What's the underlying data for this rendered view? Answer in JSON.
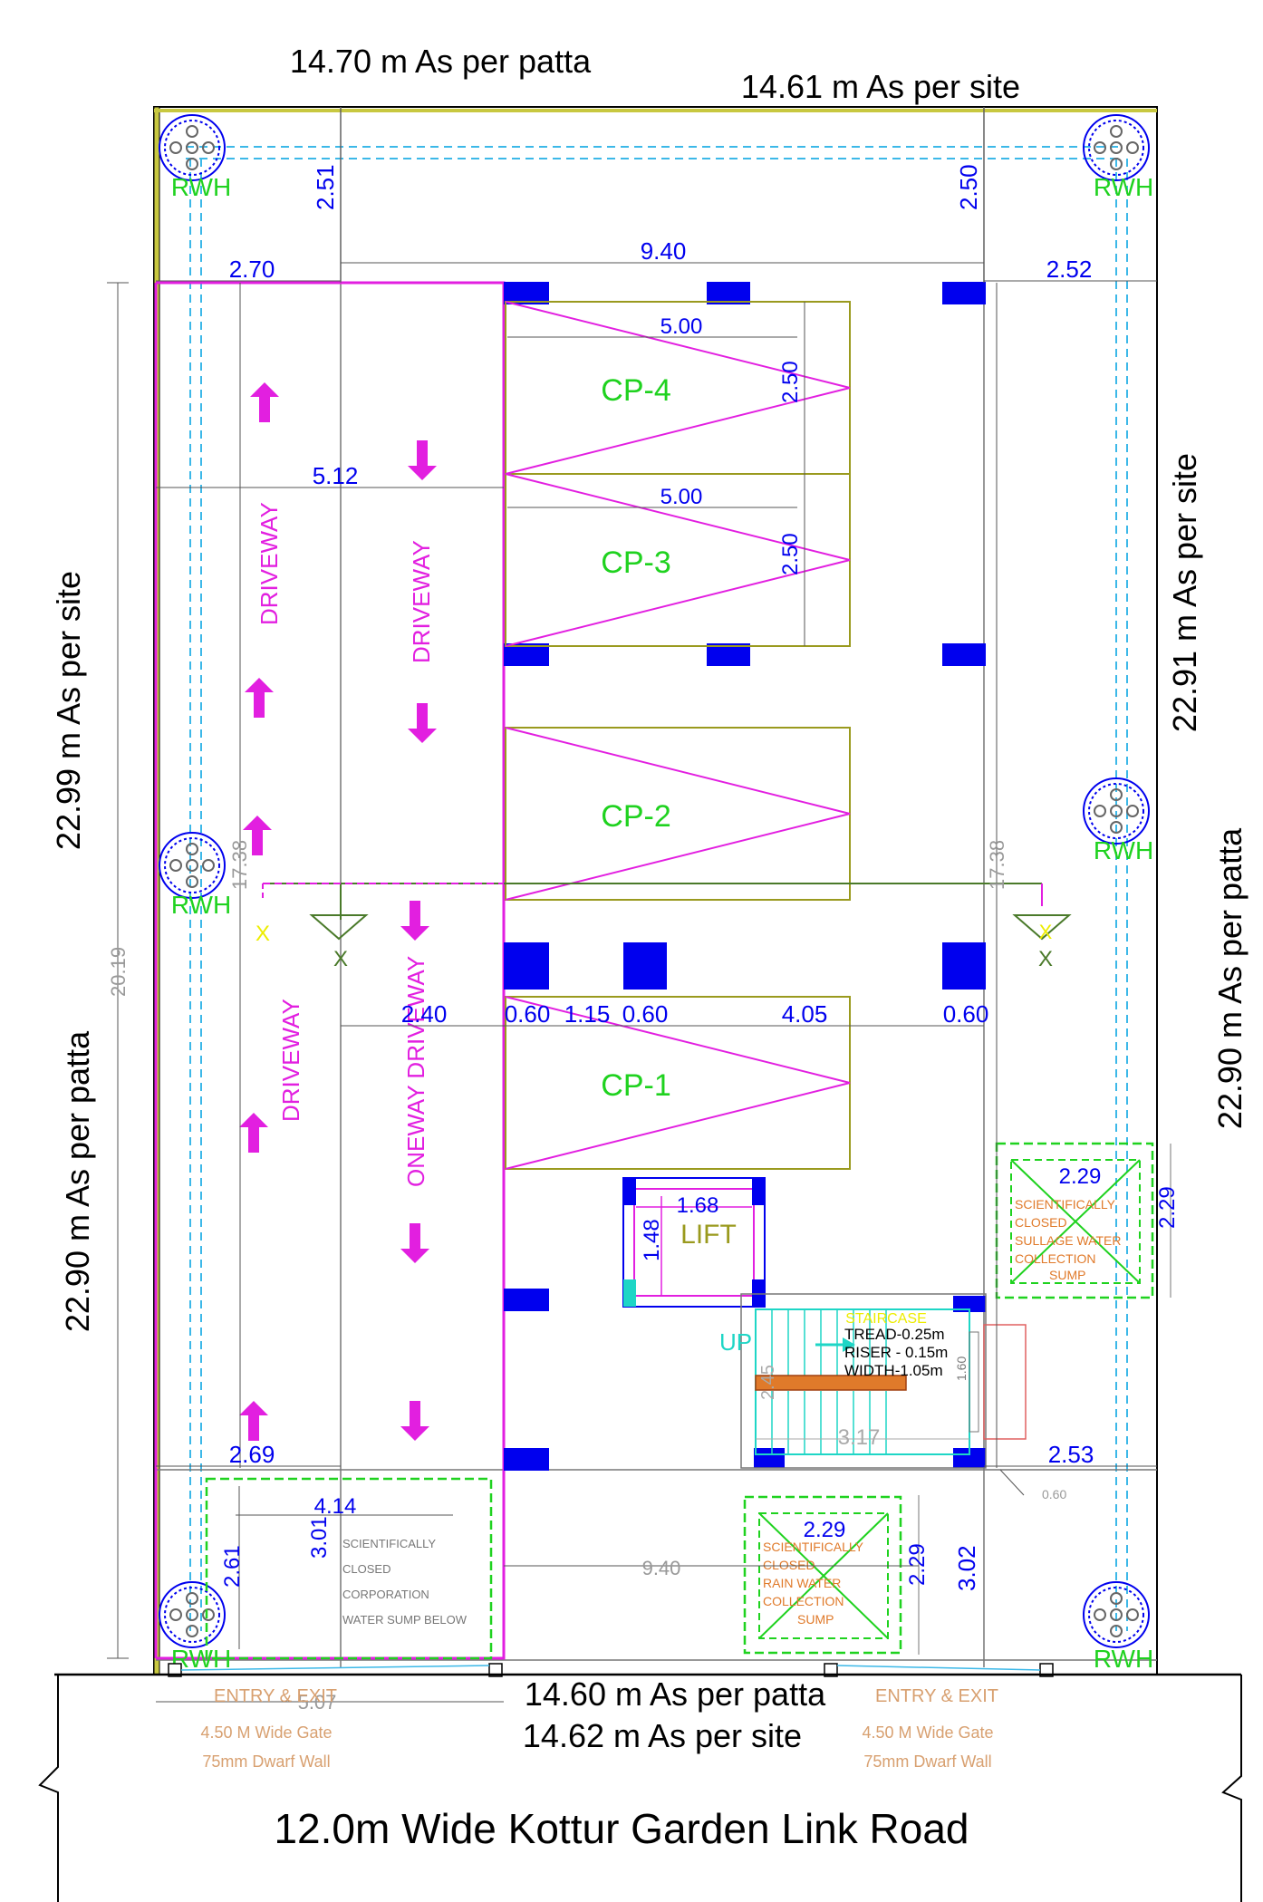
{
  "boundary_labels": {
    "top_patta": "14.70 m As per patta",
    "top_site": "14.61 m As per site",
    "left_site": "22.99 m As per site",
    "left_patta": "22.90 m As per patta",
    "right_site": "22.91 m As per site",
    "right_patta": "22.90 m As per patta",
    "bottom_patta": "14.60 m As per patta",
    "bottom_site": "14.62 m As per site"
  },
  "road_label": "12.0m Wide Kottur Garden Link Road",
  "rwh_label": "RWH",
  "parking": {
    "cp4": "CP-4",
    "cp3": "CP-3",
    "cp2": "CP-2",
    "cp1": "CP-1",
    "length": "5.00",
    "width": "2.50"
  },
  "driveway_labels": {
    "left_upper": "DRIVEWAY",
    "center_upper": "DRIVEWAY",
    "left_lower": "DRIVEWAY",
    "center_lower": "ONEWAY DRIVEWAY"
  },
  "lift": {
    "label": "LIFT",
    "width": "1.68",
    "depth": "1.48"
  },
  "staircase": {
    "title": "STAIRCASE",
    "tread": "TREAD-0.25m",
    "riser": "RISER - 0.15m",
    "width": "WIDTH-1.05m",
    "up": "UP",
    "dim_width": "3.17",
    "dim_depth": "2.45",
    "dim_side": "1.60"
  },
  "sumps": {
    "sullage": [
      "SCIENTIFICALLY",
      "CLOSED",
      "SULLAGE WATER",
      "COLLECTION",
      "SUMP"
    ],
    "rain": [
      "SCIENTIFICALLY",
      "CLOSED",
      "RAIN WATER",
      "COLLECTION",
      "SUMP"
    ],
    "corporation": [
      "SCIENTIFICALLY",
      "CLOSED",
      "CORPORATION",
      "WATER SUMP BELOW"
    ],
    "sump_dim": "2.29",
    "corp_dim_w": "4.14",
    "corp_dim_h": "2.61",
    "corp_dim_h2": "3.01"
  },
  "gates": {
    "left": [
      "ENTRY & EXIT",
      "4.50 M Wide Gate",
      "75mm Dwarf Wall"
    ],
    "right": [
      "ENTRY & EXIT",
      "4.50 M Wide Gate",
      "75mm Dwarf Wall"
    ]
  },
  "dimensions": {
    "setback_top_left": "2.51",
    "setback_top_right": "2.50",
    "bldg_width": "9.40",
    "side_left_top": "2.70",
    "side_right_top": "2.52",
    "driveway_width": "5.12",
    "bldg_depth": "17.38",
    "plot_depth": "20.19",
    "row_dims": [
      "2.40",
      "0.60",
      "1.15",
      "0.60",
      "4.05",
      "0.60"
    ],
    "side_left_bottom": "2.69",
    "side_right_bottom": "2.53",
    "front_width": "9.40",
    "front_setback": "3.02",
    "gap_small": "0.60",
    "gate_offset": "5.07"
  },
  "colors": {
    "magenta": "#e21fe0",
    "blue": "#0000ee",
    "green": "#1fd21f",
    "cyan": "#1ed6c6",
    "olive": "#9a9a1e",
    "orange": "#e07a2a",
    "tan": "#d8a070",
    "yellow": "#eded00"
  }
}
